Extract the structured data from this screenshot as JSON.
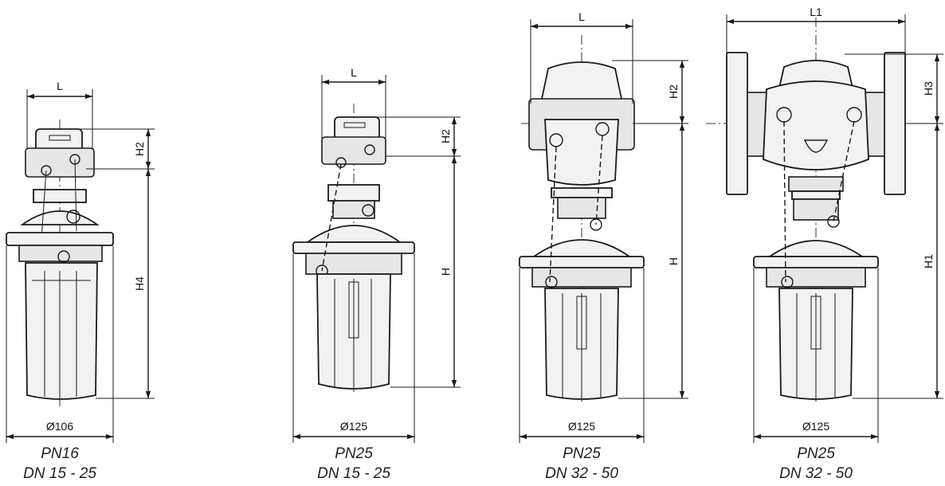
{
  "views": [
    {
      "id": "v1",
      "dims": {
        "width": "L",
        "height_top": "H2",
        "height_total": "H4",
        "diameter": "Ø106"
      },
      "caption": {
        "pressure": "PN16",
        "size": "DN 15 - 25"
      }
    },
    {
      "id": "v2",
      "dims": {
        "width": "L",
        "height_top": "H2",
        "height_total": "H",
        "diameter": "Ø125"
      },
      "caption": {
        "pressure": "PN25",
        "size": "DN 15 - 25"
      }
    },
    {
      "id": "v3",
      "dims": {
        "width": "L",
        "height_top": "H2",
        "height_total": "H",
        "diameter": "Ø125"
      },
      "caption": {
        "pressure": "PN25",
        "size": "DN 32 - 50"
      }
    },
    {
      "id": "v4",
      "dims": {
        "width": "L1",
        "height_top": "H3",
        "height_total": "H1",
        "diameter": "Ø125"
      },
      "caption": {
        "pressure": "PN25",
        "size": "DN 32 - 50"
      }
    }
  ]
}
